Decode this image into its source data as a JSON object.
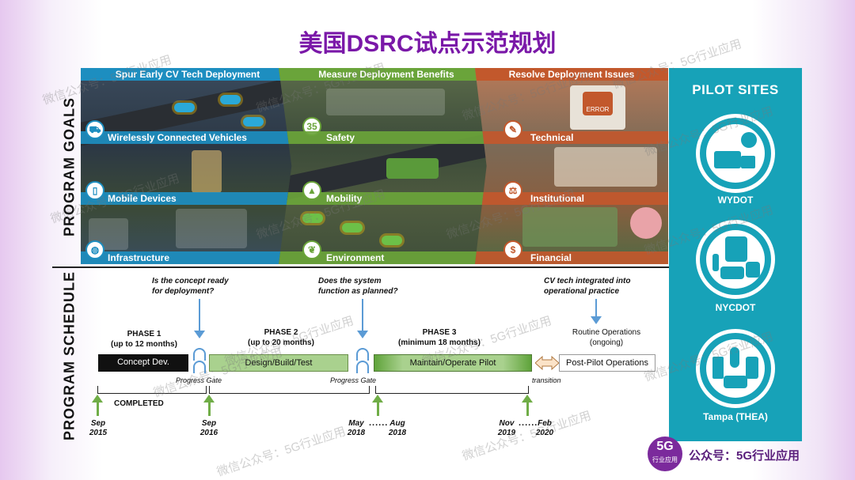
{
  "title": "美国DSRC试点示范规划",
  "labels": {
    "program_goals": "PROGRAM GOALS",
    "program_schedule": "PROGRAM SCHEDULE"
  },
  "goals": {
    "columns": [
      {
        "heading": "Spur Early CV Tech Deployment",
        "items": [
          "Wirelessly Connected Vehicles",
          "Mobile Devices",
          "Infrastructure"
        ]
      },
      {
        "heading": "Measure Deployment Benefits",
        "items": [
          "Safety",
          "Mobility",
          "Environment"
        ],
        "safety_badge": "35"
      },
      {
        "heading": "Resolve Deployment Issues",
        "items": [
          "Technical",
          "Institutional",
          "Financial"
        ],
        "error_sign": "ERROR"
      }
    ]
  },
  "schedule": {
    "questions": [
      "Is the concept ready\nfor deployment?",
      "Does the system\nfunction as planned?",
      "CV tech integrated into\noperational practice"
    ],
    "phases": [
      {
        "name": "PHASE 1",
        "duration": "(up to 12 months)",
        "bar": "Concept Dev."
      },
      {
        "name": "PHASE 2",
        "duration": "(up to 20 months)",
        "bar": "Design/Build/Test"
      },
      {
        "name": "PHASE 3",
        "duration": "(minimum 18 months)",
        "bar": "Maintain/Operate Pilot"
      },
      {
        "name": "Routine Operations",
        "duration": "(ongoing)",
        "bar": "Post-Pilot Operations"
      }
    ],
    "gates": [
      "Progress Gate",
      "Progress Gate"
    ],
    "transition": "transition",
    "completed": "COMPLETED",
    "dates": [
      {
        "month": "Sep",
        "year": "2015"
      },
      {
        "month": "Sep",
        "year": "2016"
      },
      {
        "month": "May",
        "year": "2018"
      },
      {
        "month": "Aug",
        "year": "2018"
      },
      {
        "month": "Nov",
        "year": "2019"
      },
      {
        "month": "Feb",
        "year": "2020"
      }
    ],
    "ellipsis": "......"
  },
  "pilot_sites": {
    "title": "PILOT SITES",
    "sites": [
      "WYDOT",
      "NYCDOT",
      "Tampa (THEA)"
    ]
  },
  "watermark": "微信公众号：5G行业应用",
  "badge": {
    "big": "5G",
    "small": "行业应用"
  },
  "account": "公众号：5G行业应用",
  "colors": {
    "title": "#7a18a8",
    "blue": "#1d8ec0",
    "green": "#6aa43a",
    "orange": "#c2582c",
    "teal": "#17a2b8"
  }
}
